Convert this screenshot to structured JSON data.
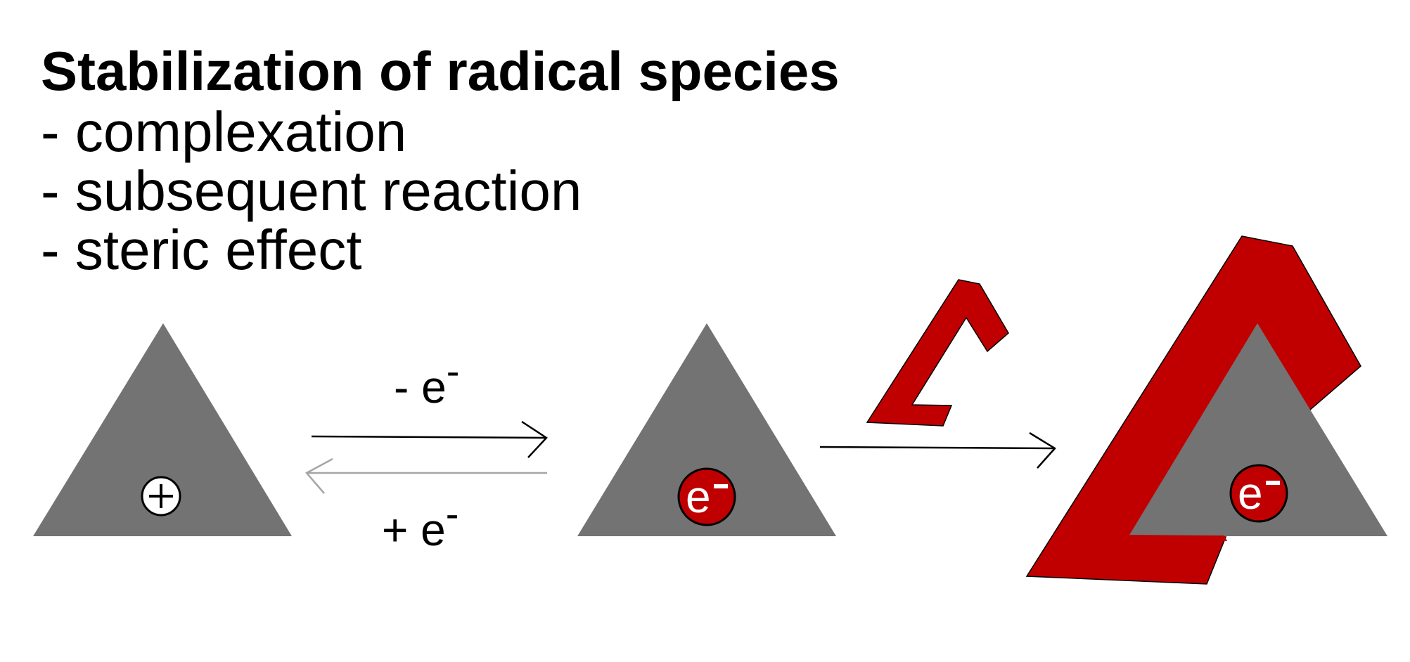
{
  "title": "Stabilization of radical species",
  "bullets": [
    "- complexation",
    "- subsequent reaction",
    "- steric effect"
  ],
  "diagram": {
    "cation_symbol": "+",
    "oxidation_label": "- e",
    "reduction_label": "+ e",
    "charge_superscript": "-",
    "electron_label": "e",
    "colors": {
      "triangle": "#737373",
      "shield": "#c00000",
      "forward_arrow": "#000000",
      "reverse_arrow": "#a6a6a6",
      "electron_text": "#ffffff"
    }
  }
}
